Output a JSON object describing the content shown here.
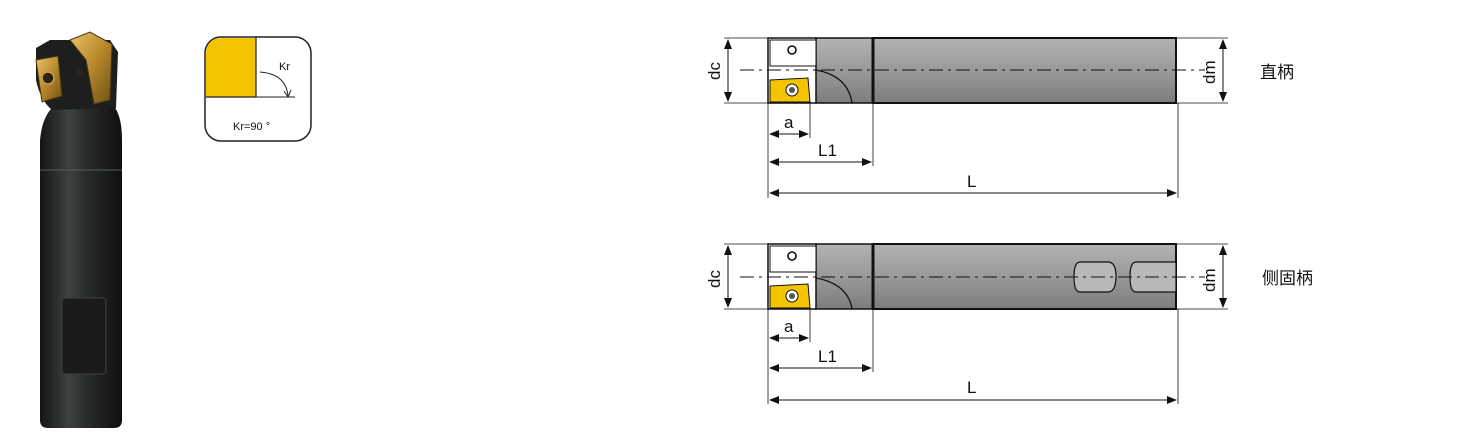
{
  "angle_icon": {
    "kr_label": "Kr",
    "angle_caption": "Kr=90 °",
    "insert_color": "#f5c400"
  },
  "drawings": [
    {
      "shank_type": "直柄",
      "labels": {
        "dc": "dc",
        "dm": "dm",
        "a": "a",
        "L1": "L1",
        "L": "L"
      }
    },
    {
      "shank_type": "侧固柄",
      "labels": {
        "dc": "dc",
        "dm": "dm",
        "a": "a",
        "L1": "L1",
        "L": "L"
      }
    }
  ],
  "colors": {
    "insert": "#f5c400",
    "body_gray": "#9a9a9a",
    "outline": "#111111",
    "tool_body": "#2b2e2d"
  }
}
